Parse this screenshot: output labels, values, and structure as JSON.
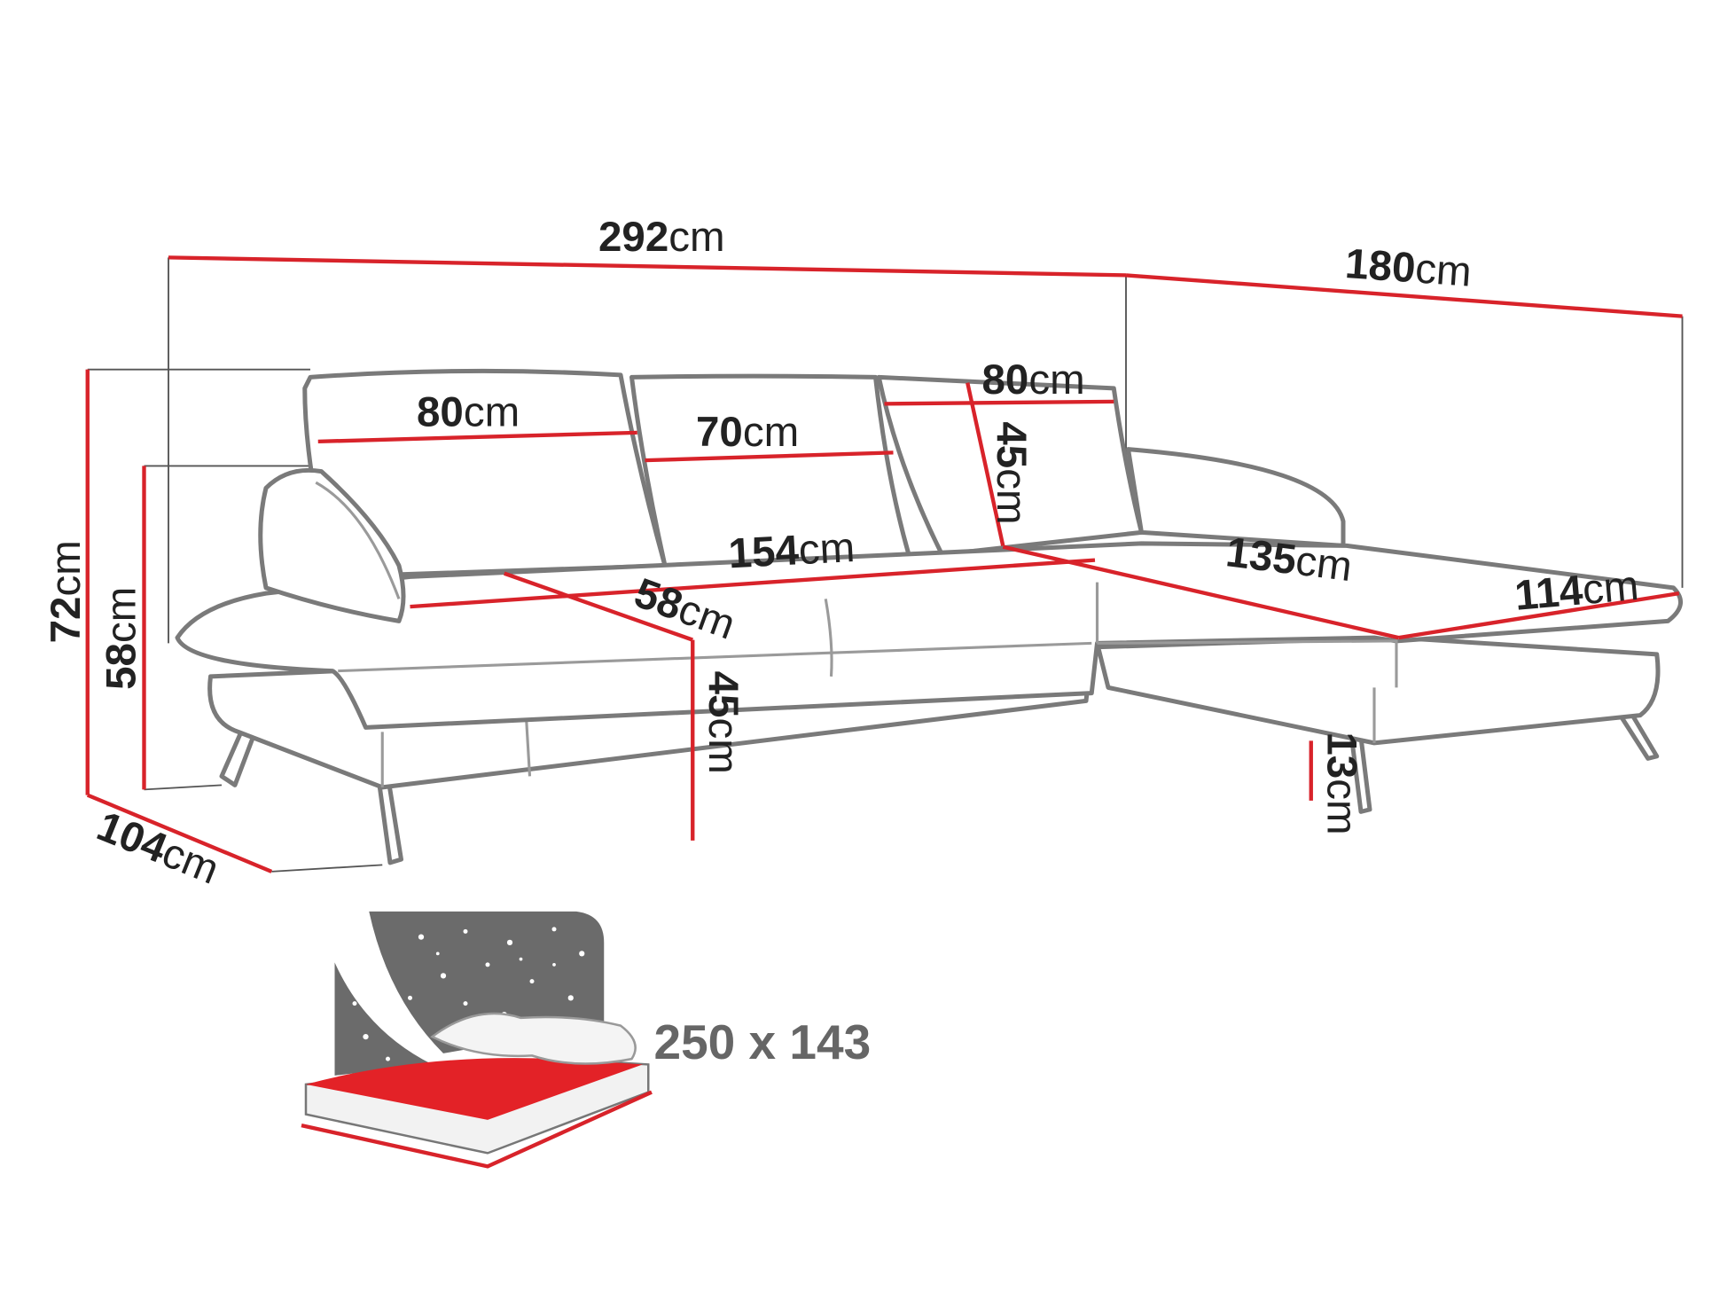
{
  "diagram": {
    "unit": "cm",
    "dimensions": {
      "total_width": "292",
      "chaise_length": "180",
      "total_height": "72",
      "armrest_height": "58",
      "depth": "104",
      "backrest_left_width": "80",
      "backrest_middle_width": "70",
      "backrest_right_width": "80",
      "backrest_height": "45",
      "seat_width": "154",
      "seat_depth": "58",
      "seat_height": "45",
      "chaise_seat_length": "135",
      "chaise_width": "114",
      "leg_height": "13"
    },
    "bed": {
      "label": "250 x 143"
    },
    "colors": {
      "dimension_line": "#d8232a",
      "outline": "#7a7a7a",
      "mattress": "#e32227",
      "night_sky": "#6b6b6b"
    }
  }
}
